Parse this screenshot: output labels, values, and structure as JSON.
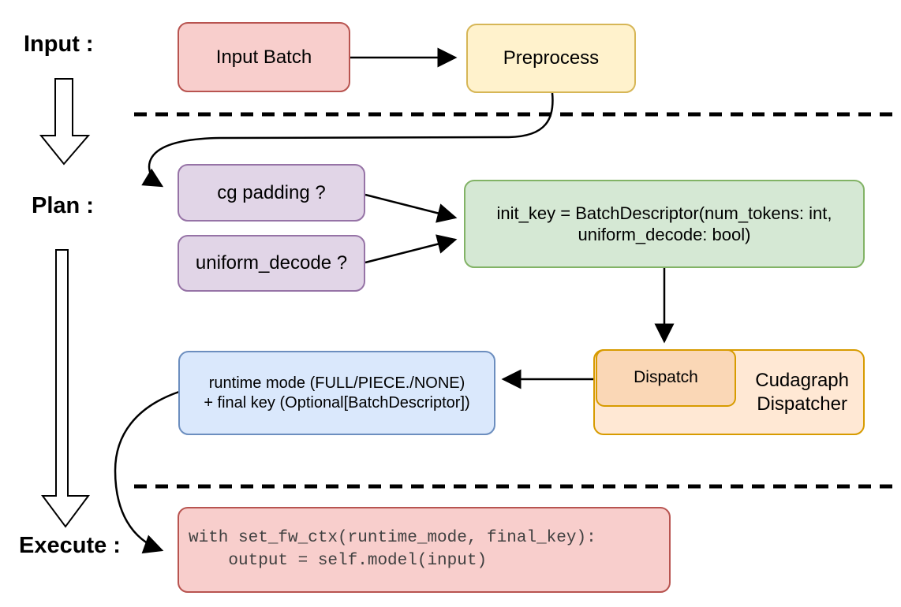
{
  "canvas": {
    "background": "#ffffff",
    "line_color": "#000000"
  },
  "stage_labels": {
    "input": "Input :",
    "plan": "Plan :",
    "execute": "Execute :"
  },
  "nodes": {
    "input_batch": {
      "label": "Input Batch",
      "fill": "#f8cecc",
      "border": "#b85450"
    },
    "preprocess": {
      "label": "Preprocess",
      "fill": "#fff2cc",
      "border": "#d6b656"
    },
    "cg_padding": {
      "label": "cg padding ?",
      "fill": "#e1d5e7",
      "border": "#9673a6"
    },
    "uniform_decode": {
      "label": "uniform_decode ?",
      "fill": "#e1d5e7",
      "border": "#9673a6"
    },
    "init_key": {
      "line1": "init_key = BatchDescriptor(num_tokens: int,",
      "line2": "uniform_decode: bool)",
      "fill": "#d5e8d4",
      "border": "#82b366"
    },
    "dispatch": {
      "label": "Dispatch",
      "fill": "#fad7b6",
      "border": "#d79b00"
    },
    "cudagraph_dispatcher": {
      "line1": "Cudagraph",
      "line2": "Dispatcher",
      "fill": "#ffe8d4",
      "border": "#d79b00"
    },
    "runtime_mode": {
      "line1": "runtime mode (FULL/PIECE./NONE)",
      "line2": "+ final key (Optional[BatchDescriptor])",
      "fill": "#dae8fc",
      "border": "#6c8ebf"
    },
    "execute_code": {
      "line1": "with set_fw_ctx(runtime_mode, final_key):",
      "line2": "    output = self.model(input)",
      "fill": "#f8cecc",
      "border": "#b85450",
      "text_color": "#404040"
    }
  }
}
